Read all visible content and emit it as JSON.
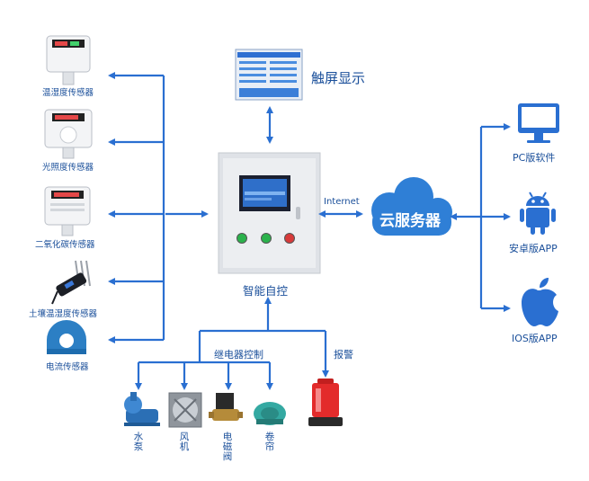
{
  "sensors": [
    {
      "label": "温湿度传感器"
    },
    {
      "label": "光照度传感器"
    },
    {
      "label": "二氧化碳传感器"
    },
    {
      "label": "土壤温湿度传感器"
    },
    {
      "label": "电流传感器"
    }
  ],
  "touchscreen": {
    "label": "触屏显示"
  },
  "controller": {
    "label": "智能自控"
  },
  "link": {
    "label": "Internet"
  },
  "cloud": {
    "label": "云服务器"
  },
  "clients": [
    {
      "label": "PC版软件"
    },
    {
      "label": "安卓版APP"
    },
    {
      "label": "IOS版APP"
    }
  ],
  "relay": {
    "label": "继电器控制"
  },
  "alarm": {
    "label": "报警"
  },
  "actuators": [
    {
      "label": "水泵"
    },
    {
      "label": "风机"
    },
    {
      "label": "电磁阀"
    },
    {
      "label": "卷帘"
    }
  ],
  "colors": {
    "line": "#2a6fd1",
    "cloud": "#2f7fd6",
    "text": "#1a4f9a"
  }
}
